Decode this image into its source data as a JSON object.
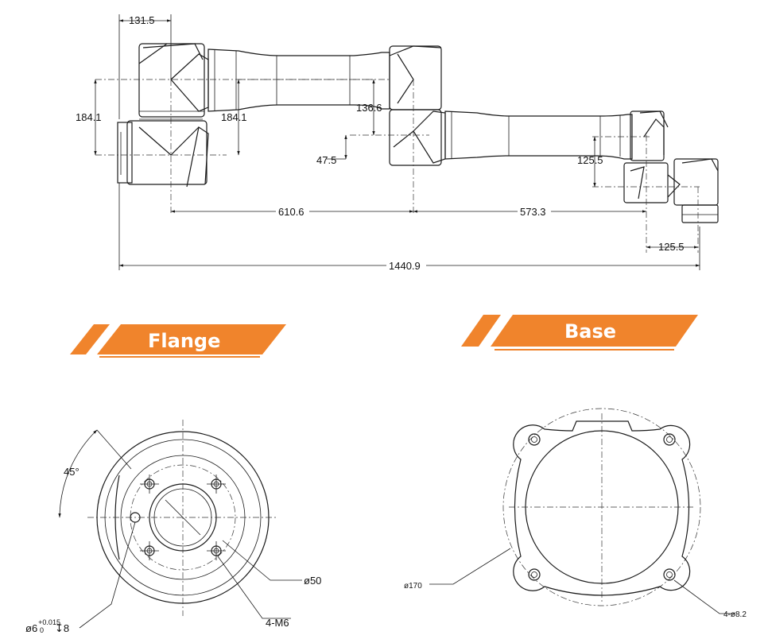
{
  "colors": {
    "accent": "#f0842c",
    "line": "#1a1a1a",
    "background": "#ffffff"
  },
  "top_dimensions": {
    "d_131_5": "131.5",
    "d_184_1_left": "184.1",
    "d_184_1_mid": "184.1",
    "d_136_6": "136.6",
    "d_47_5": "47.5",
    "d_125_5_wrist": "125.5",
    "d_610_6": "610.6",
    "d_573_3": "573.3",
    "d_125_5_tool": "125.5",
    "d_1440_9": "1440.9"
  },
  "flange": {
    "title": "Flange",
    "angle_label": "45°",
    "diameter_label": "ø50",
    "bolt_label": "4-M6",
    "pin_label_main": "ø6",
    "pin_tol_upper": "+0.015",
    "pin_tol_lower": "0",
    "pin_depth": "↧8"
  },
  "base": {
    "title": "Base",
    "diameter_label": "ø170",
    "hole_label": "4-ø8.2"
  }
}
